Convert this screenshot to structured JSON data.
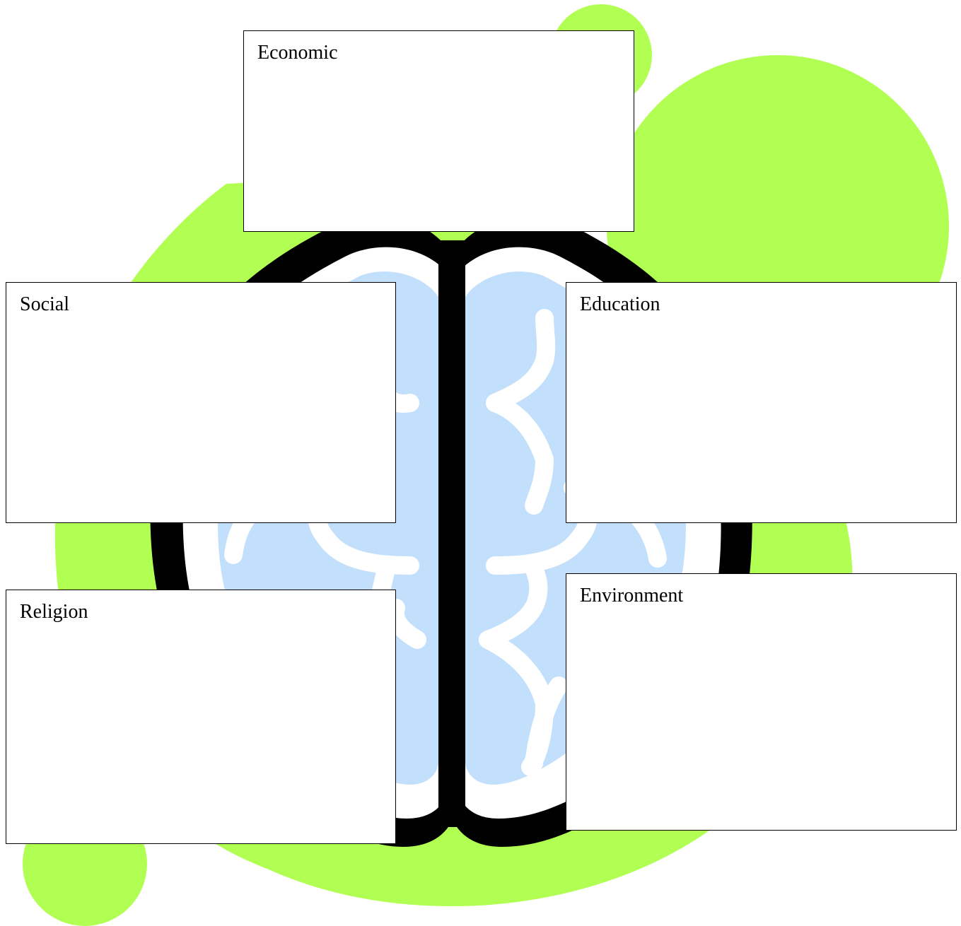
{
  "colors": {
    "green_blob": "#b1ff52",
    "brain_fill": "#c2dffb",
    "brain_outline": "#000000",
    "brain_fold": "#ffffff",
    "box_border": "#000000",
    "box_fill": "#ffffff"
  },
  "boxes": {
    "economic": {
      "title": "Economic"
    },
    "social": {
      "title": "Social"
    },
    "education": {
      "title": "Education"
    },
    "religion": {
      "title": "Religion"
    },
    "environment": {
      "title": "Environment"
    }
  },
  "art": {
    "background_shape": "green-blob",
    "central_icon": "brain-icon"
  }
}
